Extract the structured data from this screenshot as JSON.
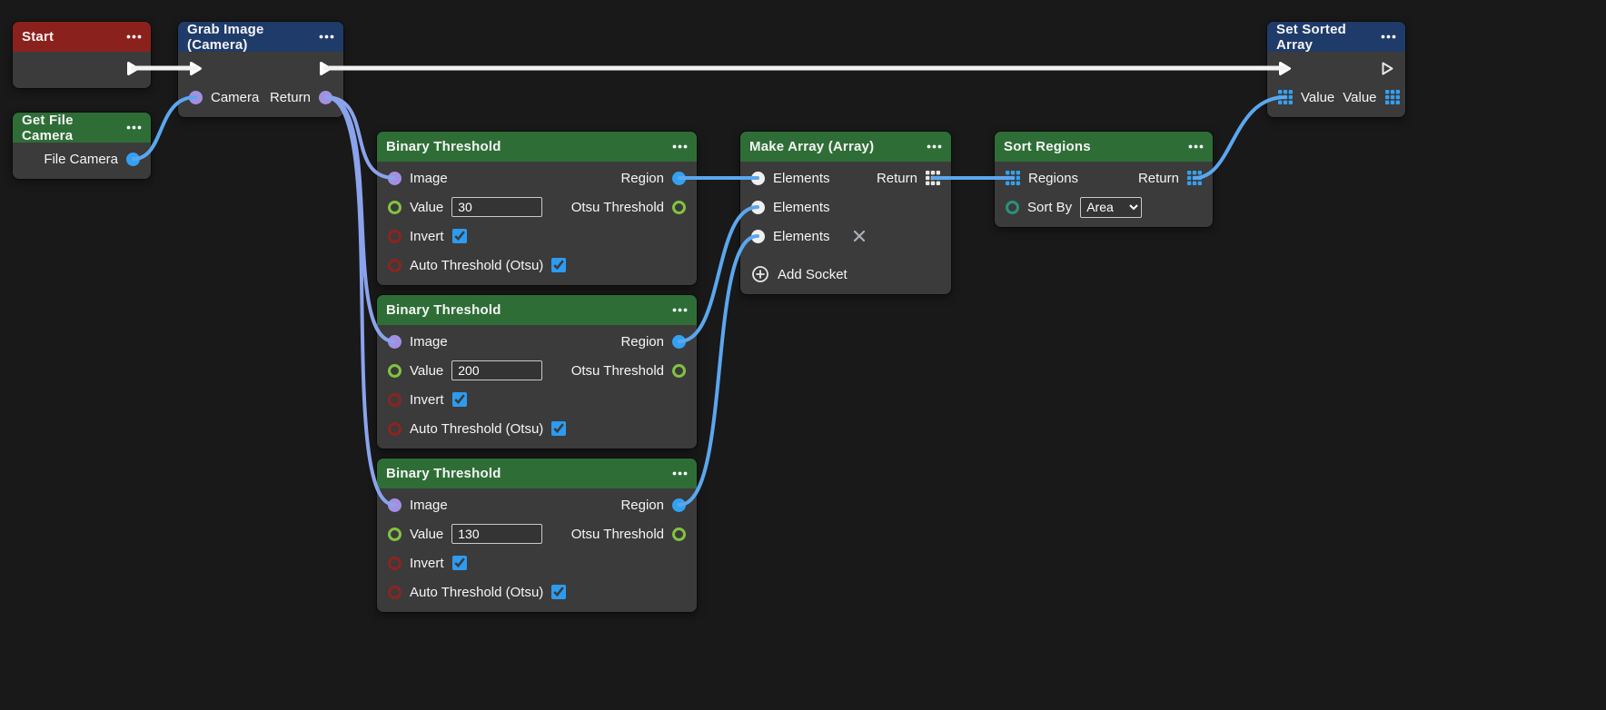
{
  "colors": {
    "bg": "#191919",
    "node-body": "#3b3b3b",
    "header-red": "#8b211d",
    "header-blue": "#1f3b69",
    "header-green": "#2e6e36",
    "pin-blue": "#33a1f2",
    "pin-purple": "#a48fe1",
    "pin-green": "#82c341",
    "pin-red": "#8b2420",
    "pin-teal": "#2d8f7f",
    "pin-white": "#f0f0f0",
    "wire-white": "#f2f2f2",
    "wire-blue": "#5ba7ef",
    "wire-periwinkle": "#8ba3ec",
    "accent-check": "#2d9bf0",
    "field-border": "#c9c9c9",
    "field-bg": "#343434",
    "text": "#f5f5f5"
  },
  "nodes": {
    "start": {
      "title": "Start"
    },
    "grab_image": {
      "title": "Grab Image (Camera)",
      "camera_label": "Camera",
      "return_label": "Return"
    },
    "get_file_camera": {
      "title": "Get File Camera",
      "file_camera_label": "File Camera"
    },
    "bt1": {
      "title": "Binary Threshold",
      "image_label": "Image",
      "region_label": "Region",
      "value_label": "Value",
      "value": "30",
      "otsu_label": "Otsu Threshold",
      "invert_label": "Invert",
      "invert_checked": true,
      "auto_threshold_label": "Auto Threshold (Otsu)",
      "auto_threshold_checked": true
    },
    "bt2": {
      "title": "Binary Threshold",
      "image_label": "Image",
      "region_label": "Region",
      "value_label": "Value",
      "value": "200",
      "otsu_label": "Otsu Threshold",
      "invert_label": "Invert",
      "invert_checked": true,
      "auto_threshold_label": "Auto Threshold (Otsu)",
      "auto_threshold_checked": true
    },
    "bt3": {
      "title": "Binary Threshold",
      "image_label": "Image",
      "region_label": "Region",
      "value_label": "Value",
      "value": "130",
      "otsu_label": "Otsu Threshold",
      "invert_label": "Invert",
      "invert_checked": true,
      "auto_threshold_label": "Auto Threshold (Otsu)",
      "auto_threshold_checked": true
    },
    "make_array": {
      "title": "Make Array (Array)",
      "elements_label": "Elements",
      "return_label": "Return",
      "add_socket_label": "Add Socket"
    },
    "sort_regions": {
      "title": "Sort Regions",
      "regions_label": "Regions",
      "return_label": "Return",
      "sort_by_label": "Sort By",
      "sort_by_value": "Area"
    },
    "set_sorted_array": {
      "title": "Set Sorted Array",
      "value_in_label": "Value",
      "value_out_label": "Value"
    }
  }
}
